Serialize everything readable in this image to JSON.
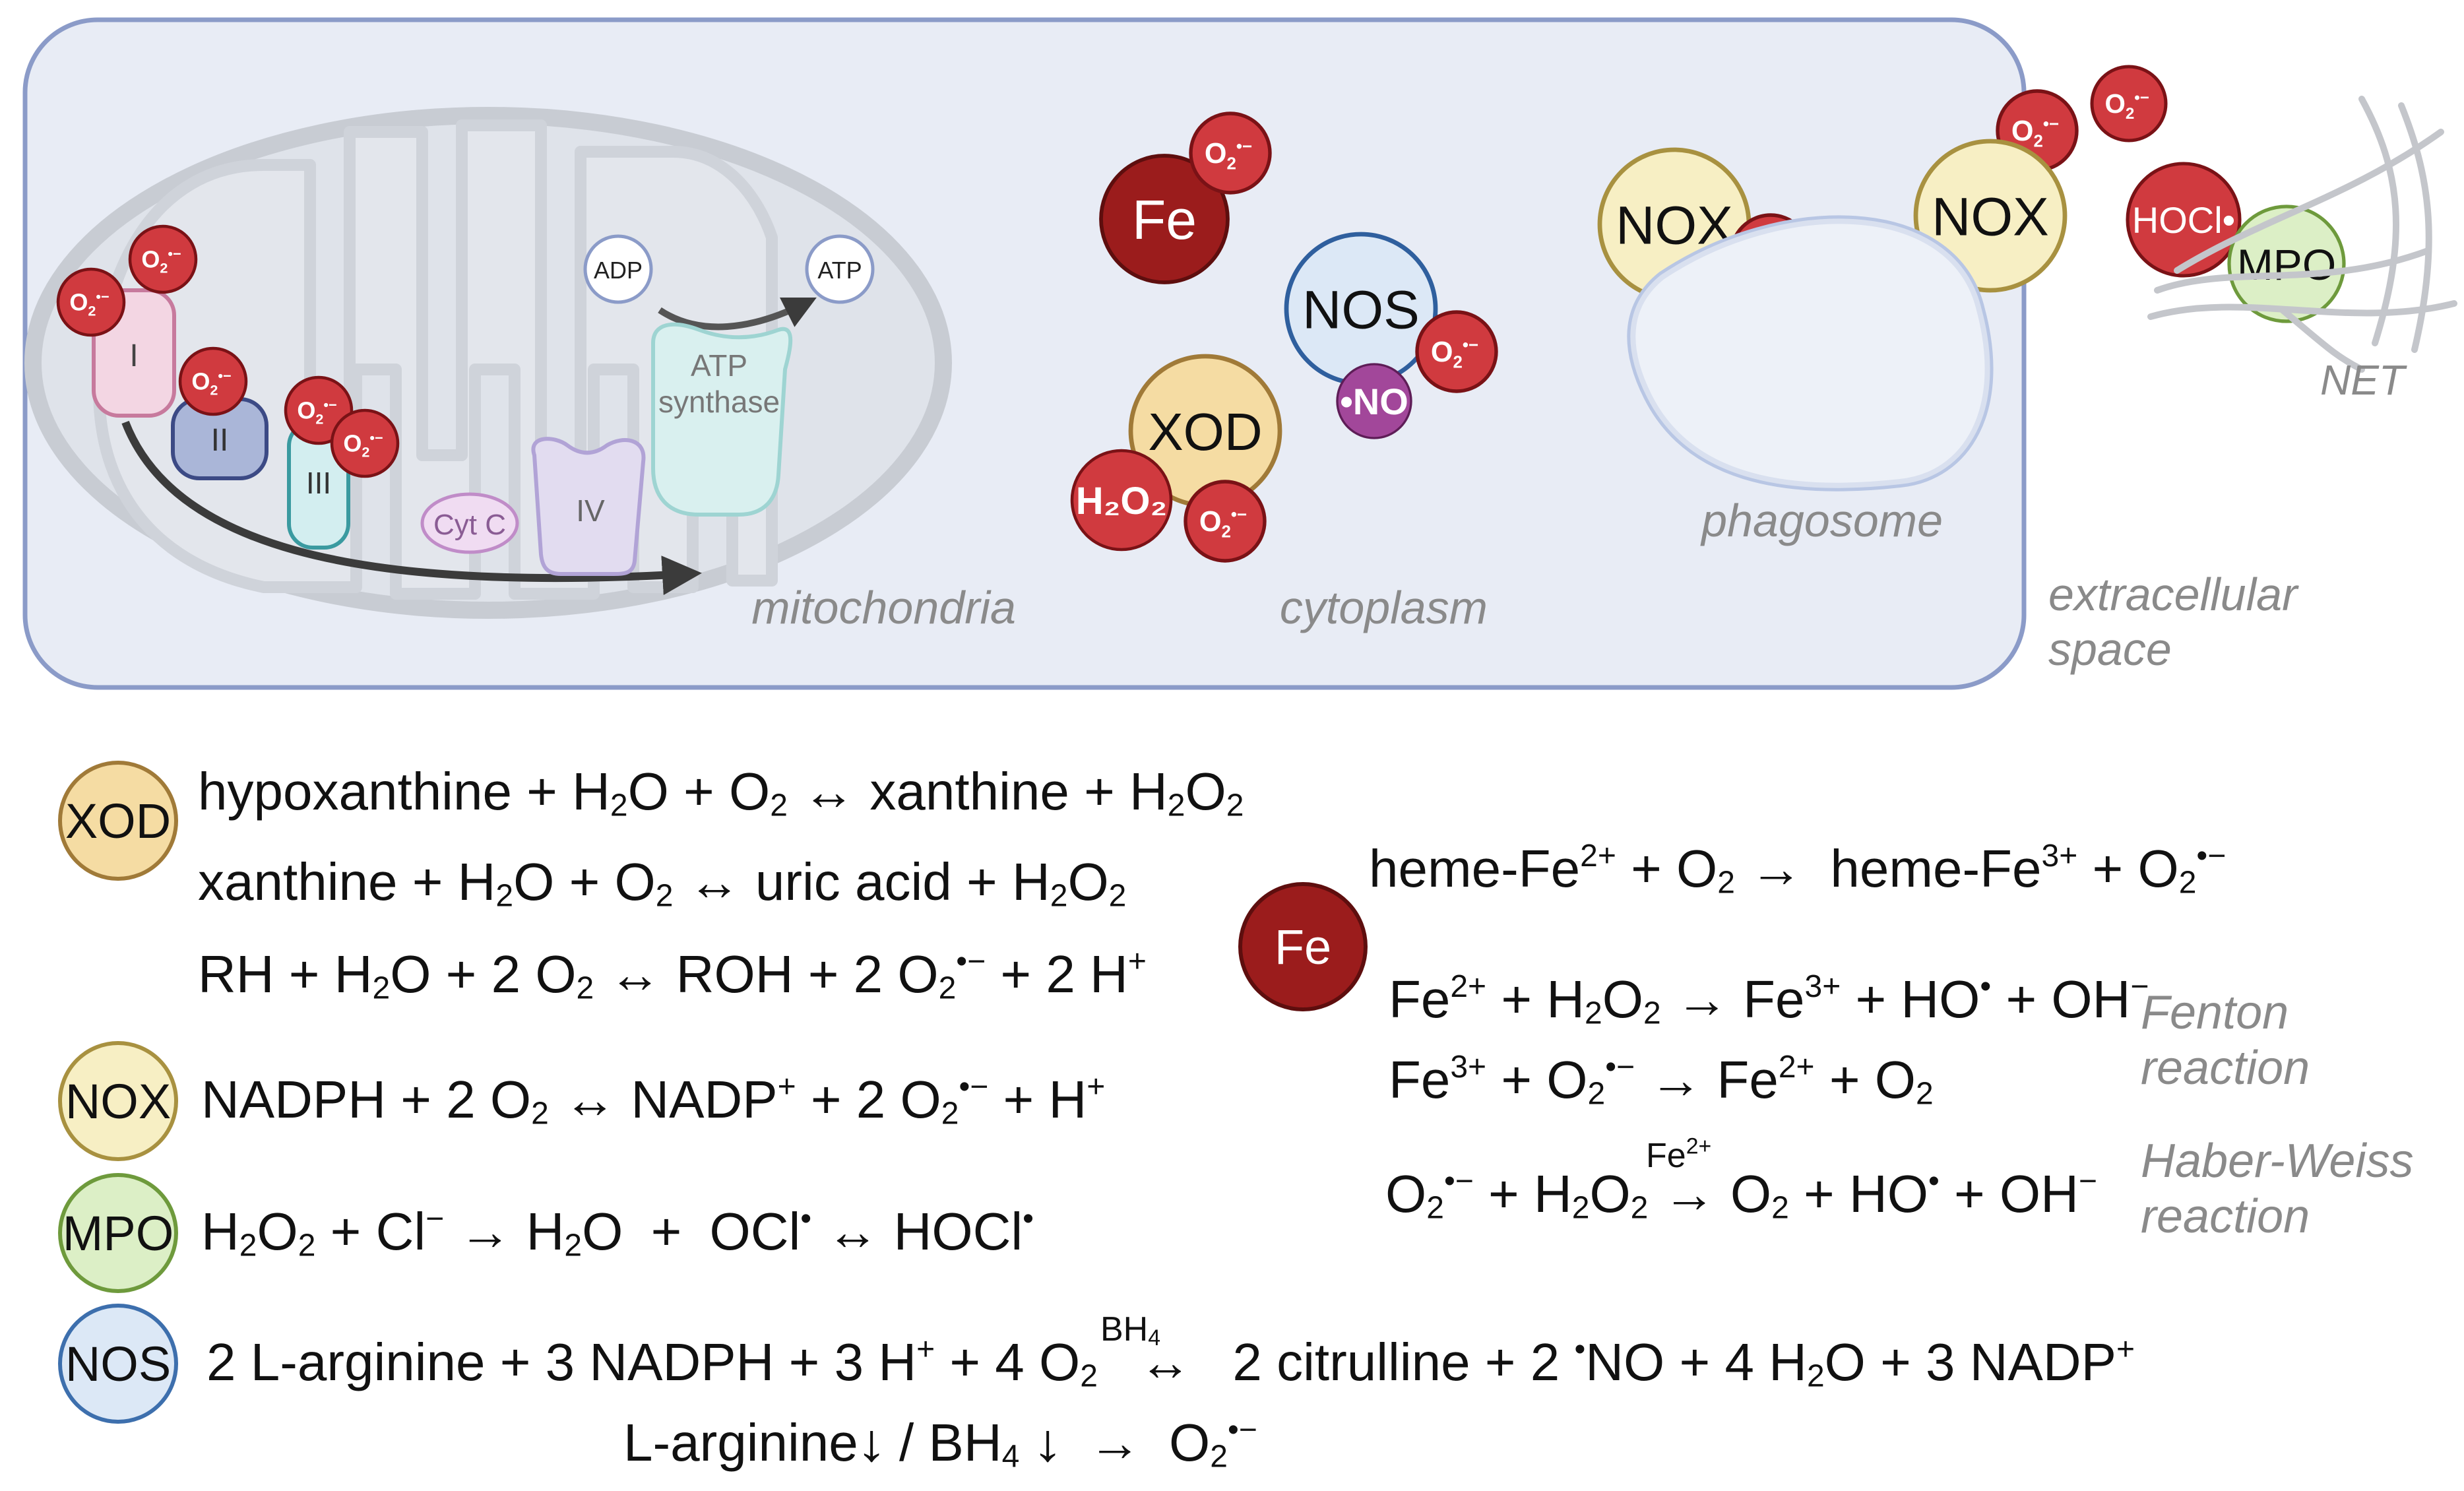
{
  "diagram": {
    "compartments": {
      "mitochondria": "mitochondria",
      "cytoplasm": "cytoplasm",
      "phagosome": "phagosome",
      "extracellular_line1": "extracellular",
      "extracellular_line2": "space",
      "net": "NET"
    },
    "complexes": {
      "I": "I",
      "II": "II",
      "III": "III",
      "IV": "IV",
      "cytc": "Cyt C",
      "atp_synthase_line1": "ATP",
      "atp_synthase_line2": "synthase",
      "adp": "ADP",
      "atp": "ATP"
    },
    "molecules": {
      "superoxide_base": "O",
      "superoxide_sub": "2",
      "superoxide_sup": "•−",
      "fe": "Fe",
      "nos": "NOS",
      "no": "•NO",
      "xod": "XOD",
      "h2o2": "H₂O₂",
      "nox": "NOX",
      "hocl": "HOCl•",
      "mpo": "MPO"
    },
    "colors": {
      "cell_fill": "#e8ecf5",
      "cell_border": "#8b9bc8",
      "ros_red": "#d03a3f",
      "fe_dark_red": "#9b1c1c",
      "xod_fill": "#f5dca3",
      "nox_fill": "#f7efc4",
      "mpo_fill": "#dcefc6",
      "nos_fill": "#dce8f6",
      "no_purple": "#a2479a"
    }
  },
  "legend": {
    "xod": "XOD",
    "nox": "NOX",
    "mpo": "MPO",
    "nos": "NOS",
    "fe": "Fe"
  },
  "labels": {
    "fenton_line1": "Fenton",
    "fenton_line2": "reaction",
    "haber_line1": "Haber-Weiss",
    "haber_line2": "reaction",
    "bh4_cofactor": "BH4",
    "fe_catalyst": "Fe2+"
  },
  "equations": {
    "xod1": "hypoxanthine + H2O + O2 ↔ xanthine + H2O2",
    "xod2": "xanthine + H2O + O2 ↔ uric acid + H2O2",
    "xod3": "RH + H2O + 2 O2 ↔ ROH + 2 O2•− + 2 H+",
    "nox1": "NADPH + 2 O2 ↔ NADP+ + 2 O2•− + H+",
    "mpo1": "H2O2 + Cl− → H2O + OCl• ↔ HOCl•",
    "nos1": "2 L-arginine + 3 NADPH + 3 H+ + 4 O2 ↔ 2 citrulline + 2 •NO + 4 H2O + 3 NADP+",
    "nos2": "L-arginine↓ / BH4↓ → O2•−",
    "fe1": "heme-Fe2+ + O2 → heme-Fe3+ + O2•−",
    "fe2": "Fe2+ + H2O2 → Fe3+ + HO• + OH−",
    "fe3": "Fe3+ + O2•− → Fe2+ + O2",
    "fe4": "O2•− + H2O2 → O2 + HO• + OH−"
  }
}
